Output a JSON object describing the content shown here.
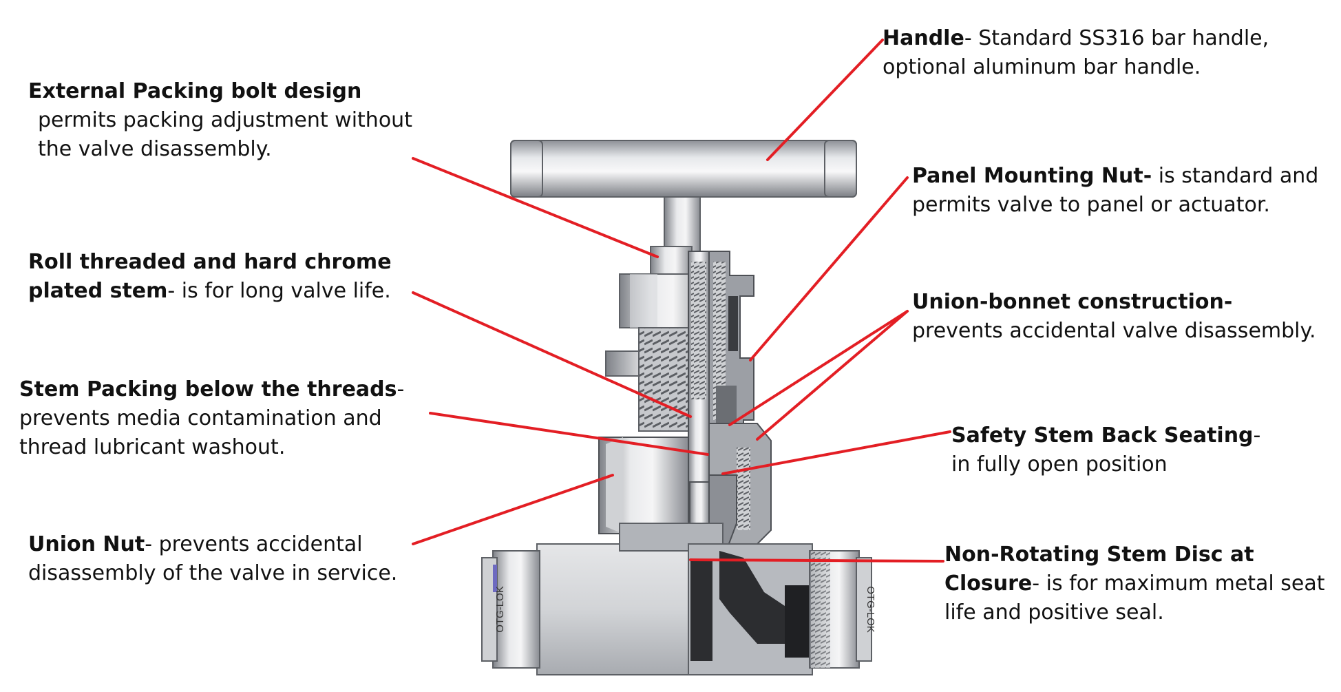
{
  "labels": {
    "external_packing": {
      "bold": "External Packing bolt design",
      "line2": "permits packing adjustment without",
      "line3": "the valve disassembly."
    },
    "roll_threaded": {
      "bold1": "Roll threaded and hard chrome",
      "bold2": "plated stem",
      "rest2": "- is for long valve life."
    },
    "stem_packing": {
      "bold": "Stem Packing below the threads",
      "rest1": "-",
      "line2": "prevents media contamination and",
      "line3": "thread lubricant washout."
    },
    "union_nut": {
      "bold": "Union Nut",
      "rest1": "- prevents accidental",
      "line2": "disassembly of the valve in service."
    },
    "handle": {
      "bold": "Handle",
      "rest1": "- Standard SS316 bar handle,",
      "line2": "optional aluminum bar handle."
    },
    "panel_nut": {
      "bold": "Panel Mounting Nut-",
      "rest1": " is standard and",
      "line2": "permits valve to panel or actuator."
    },
    "union_bonnet": {
      "bold": "Union-bonnet construction-",
      "line2": "prevents accidental valve disassembly."
    },
    "back_seating": {
      "bold": "Safety Stem Back Seating",
      "rest1": "-",
      "line2": "in fully open position"
    },
    "non_rotating": {
      "bold1": "Non-Rotating Stem Disc at",
      "bold2": "Closure",
      "rest2": "- is for maximum metal seat",
      "line3": "life and positive seal."
    }
  },
  "body_stamp_left": "OTG-LOK",
  "body_stamp_right": "OTG-LOK",
  "colors": {
    "leader": "#e31e24",
    "metal": "#b9bcc2",
    "dark": "#2b2b2b"
  }
}
